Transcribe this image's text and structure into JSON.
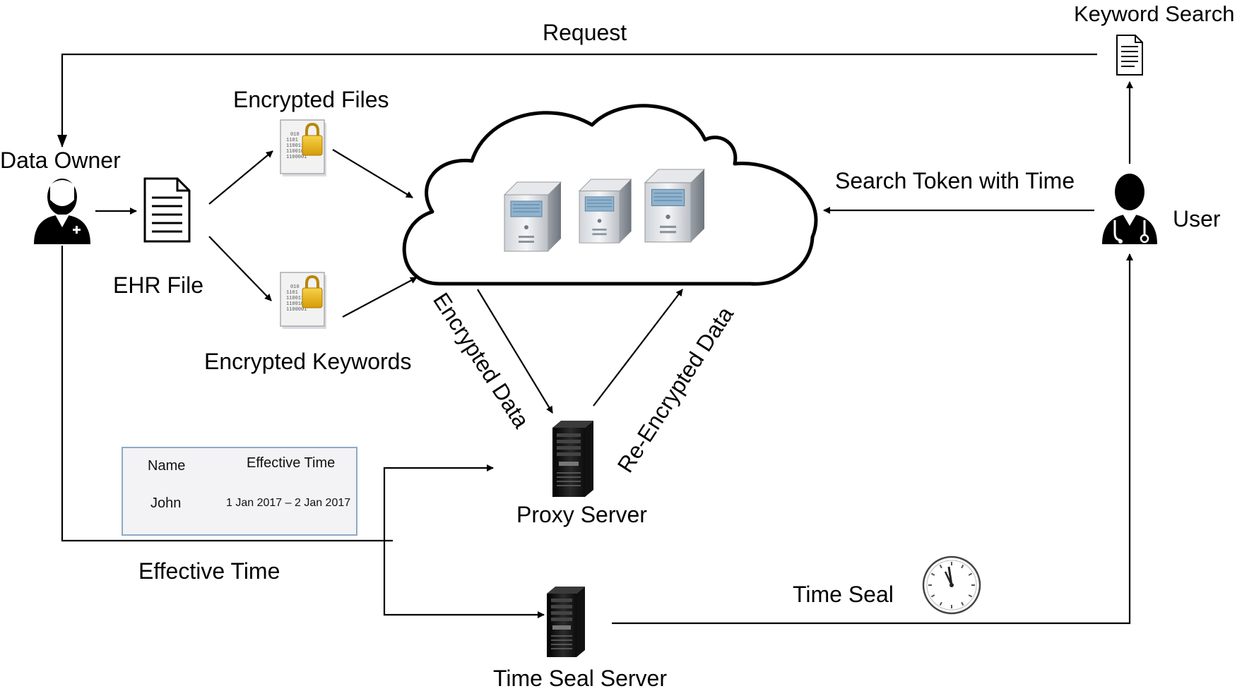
{
  "labels": {
    "request": "Request",
    "keyword_search": "Keyword Search",
    "encrypted_files": "Encrypted Files",
    "data_owner": "Data Owner",
    "ehr_file": "EHR File",
    "encrypted_keywords": "Encrypted Keywords",
    "search_token": "Search Token with Time",
    "user": "User",
    "encrypted_data": "Encrypted Data",
    "re_encrypted_data": "Re-Encrypted Data",
    "proxy_server": "Proxy Server",
    "effective_time": "Effective Time",
    "time_seal": "Time Seal",
    "time_seal_server": "Time Seal Server"
  },
  "effective_time_table": {
    "header_name": "Name",
    "header_time": "Effective Time",
    "row_name": "John",
    "row_time": "1 Jan 2017 – 2 Jan 2017"
  },
  "encrypted_doc_text": [
    "010",
    "1101",
    "11001100",
    "11001001",
    "1100001"
  ],
  "colors": {
    "line": "#000000",
    "server_dark": "#1a1a1a",
    "server_screen": "#8fb3cf",
    "lock": "#e7b418",
    "table_border": "#8fa9c4"
  }
}
